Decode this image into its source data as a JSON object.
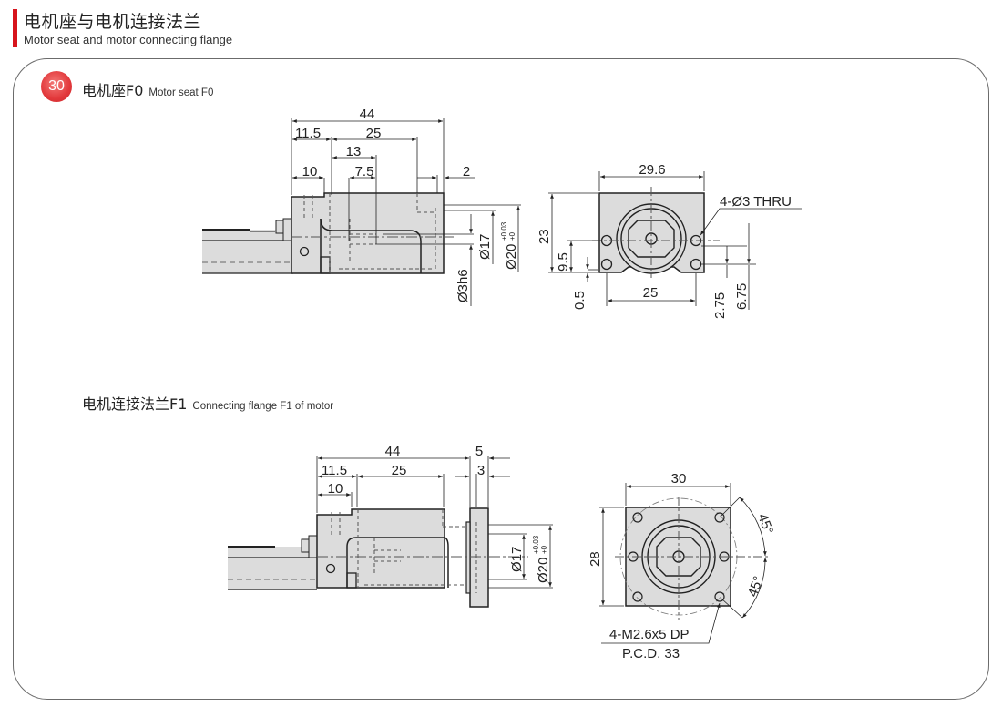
{
  "header": {
    "title_cn": "电机座与电机连接法兰",
    "title_en": "Motor seat and motor connecting flange",
    "accent_color": "#d7141c"
  },
  "badge": {
    "number": "30",
    "color": "#e2383b"
  },
  "section_f0": {
    "title_cn": "电机座F0",
    "title_en": "Motor seat  F0",
    "side_view": {
      "dims": {
        "overall": "44",
        "d1": "11.5",
        "d2": "25",
        "d3": "13",
        "d4": "10",
        "d5": "7.5",
        "d6": "2"
      },
      "diameters": {
        "d17": "Ø17",
        "d20": "Ø20",
        "tol_upper": "+0.03",
        "tol_lower": "+0",
        "d3h6": "Ø3h6"
      }
    },
    "front_view": {
      "dims": {
        "width": "29.6",
        "height": "23",
        "h95": "9.5",
        "h05": "0.5",
        "hole_spacing": "25",
        "h275": "2.75",
        "h675": "6.75"
      },
      "hole_note": "4-Ø3 THRU"
    }
  },
  "section_f1": {
    "title_cn": "电机连接法兰F1",
    "title_en": "Connecting flange F1 of motor",
    "side_view": {
      "dims": {
        "overall": "44",
        "d1": "11.5",
        "d2": "25",
        "d4": "10",
        "flange": "5",
        "flange_inner": "3"
      },
      "diameters": {
        "d17": "Ø17",
        "d20": "Ø20",
        "tol_upper": "+0.03",
        "tol_lower": "+0"
      }
    },
    "front_view": {
      "dims": {
        "width": "30",
        "height": "28",
        "angle1": "45°",
        "angle2": "45°"
      },
      "thread_note": "4-M2.6x5 DP",
      "pcd_note": "P.C.D. 33"
    }
  }
}
